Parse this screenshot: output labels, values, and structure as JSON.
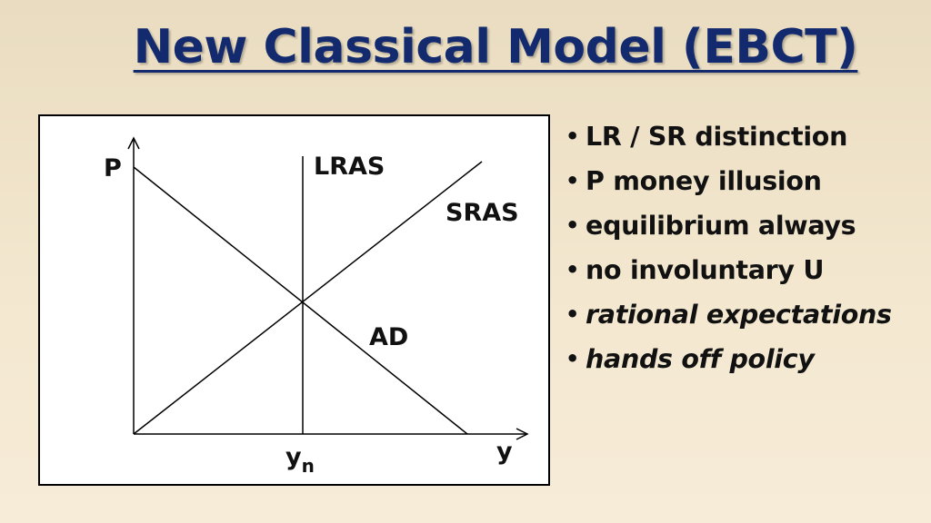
{
  "slide": {
    "title": "New Classical Model (EBCT)"
  },
  "diagram": {
    "labels": {
      "p_axis": "P",
      "y_axis": "y",
      "yn_base": "y",
      "yn_sub": "n",
      "lras": "LRAS",
      "sras": "SRAS",
      "ad": "AD"
    },
    "line_color": "#000000"
  },
  "bullets": {
    "marker": "•",
    "items": [
      {
        "text": "LR / SR distinction",
        "italic": false
      },
      {
        "text": "P money illusion",
        "italic": false
      },
      {
        "text": "equilibrium always",
        "italic": false
      },
      {
        "text": "no involuntary U",
        "italic": false
      },
      {
        "text": "rational expectations",
        "italic": true
      },
      {
        "text": "hands off policy",
        "italic": true
      }
    ]
  },
  "colors": {
    "title": "#132b6e",
    "background_top": "#e9dcc0",
    "background_bottom": "#f7ecd8"
  }
}
